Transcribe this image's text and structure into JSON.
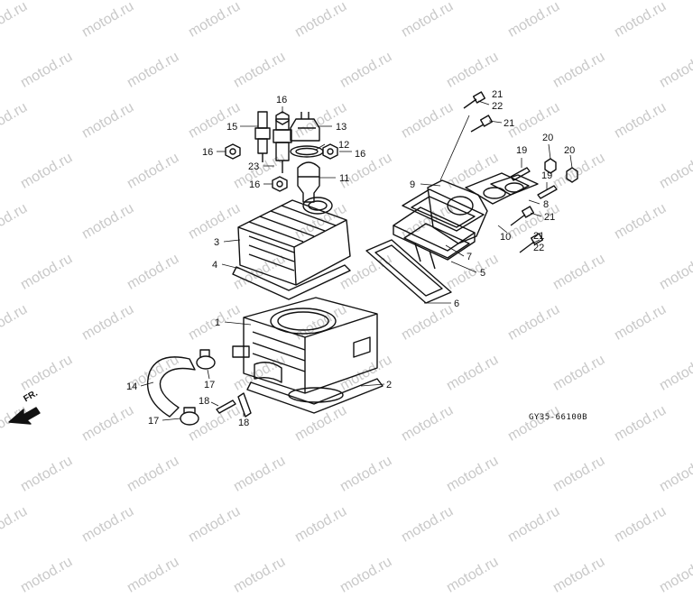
{
  "watermark": "motod.ru",
  "diagram_code": "GY35-66100B",
  "front_label": "FR.",
  "callouts": [
    "1",
    "2",
    "3",
    "4",
    "5",
    "6",
    "7",
    "8",
    "9",
    "10",
    "11",
    "12",
    "13",
    "14",
    "15",
    "16",
    "17",
    "18",
    "19",
    "20",
    "21",
    "22",
    "23"
  ],
  "colors": {
    "line": "#111111",
    "watermark": "#c9c9c9",
    "background": "#ffffff"
  }
}
